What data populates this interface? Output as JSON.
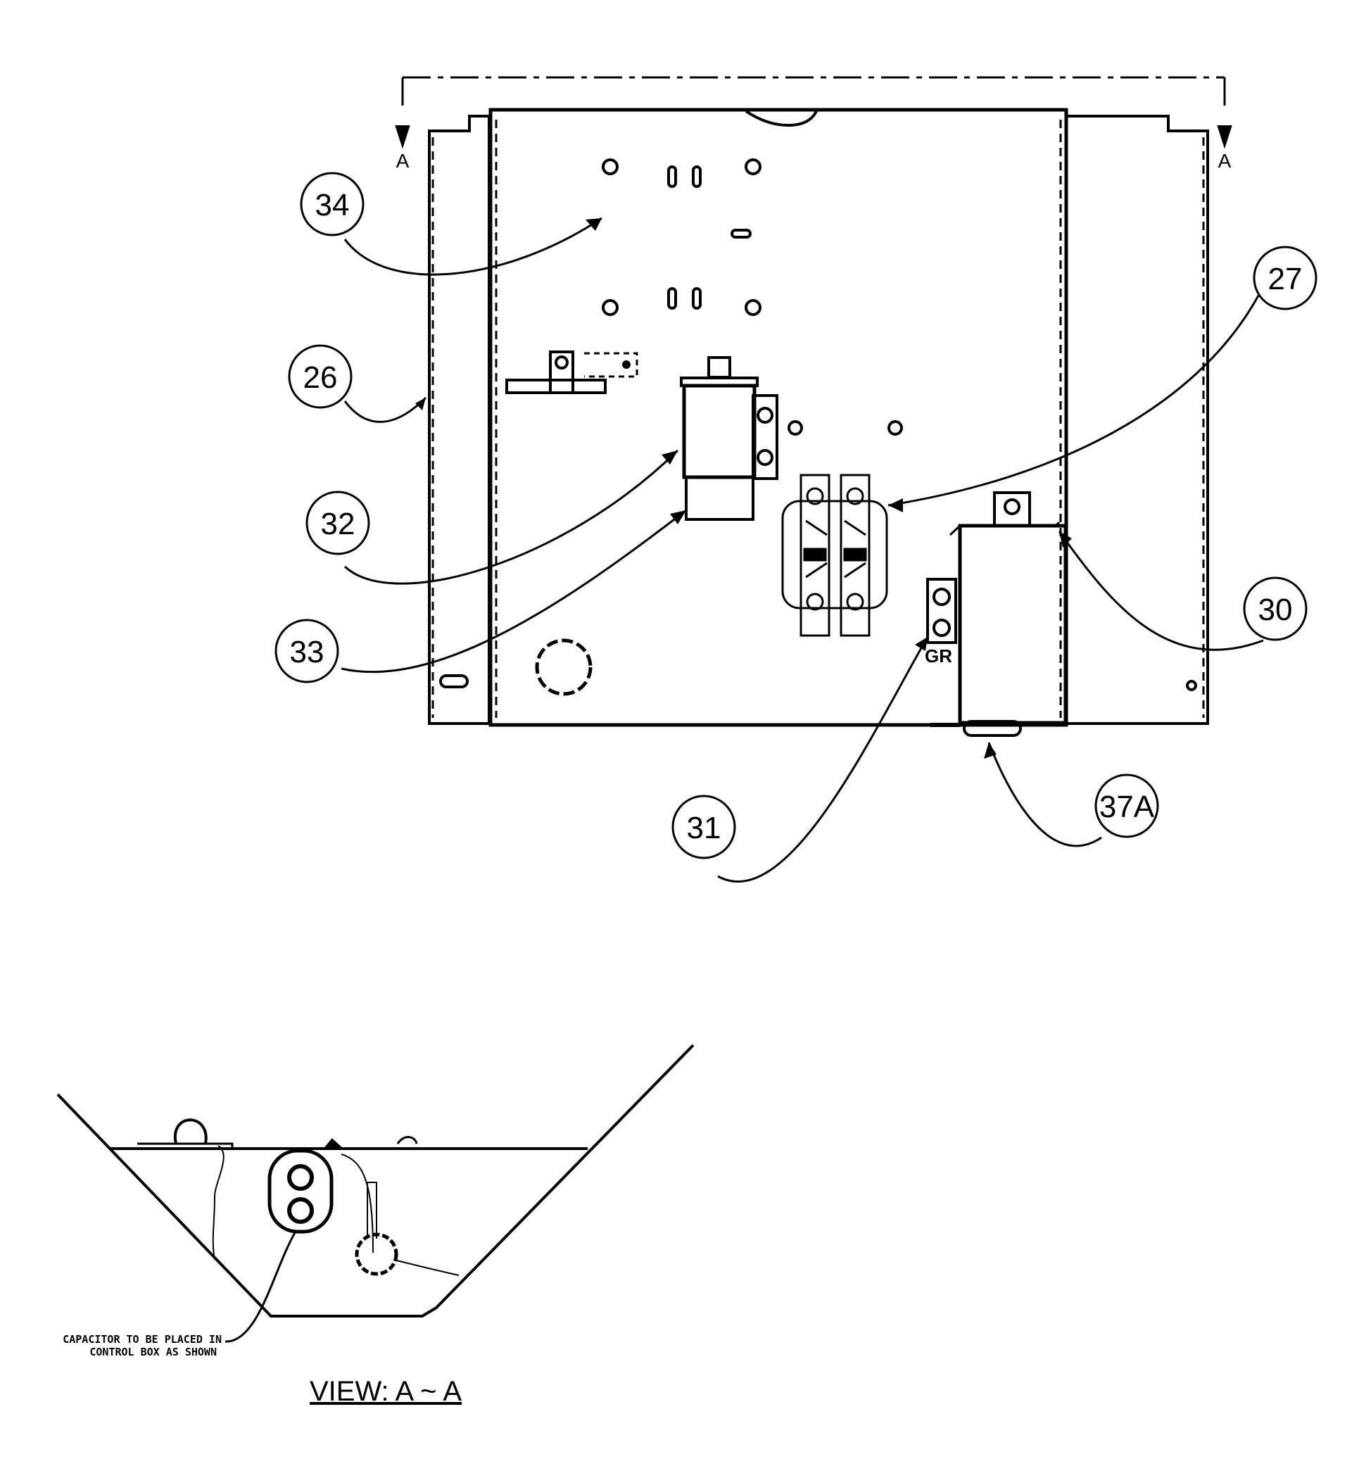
{
  "diagram": {
    "callouts": {
      "c34": "34",
      "c26": "26",
      "c32": "32",
      "c33": "33",
      "c27": "27",
      "c30": "30",
      "c31": "31",
      "c37a": "37A"
    },
    "section_marks": {
      "left": "A",
      "right": "A"
    },
    "terminal_label": "GR",
    "note": {
      "line1": "CAPACITOR TO BE PLACED IN",
      "line2": "CONTROL BOX AS SHOWN"
    },
    "view_title": "VIEW: A ~ A"
  }
}
